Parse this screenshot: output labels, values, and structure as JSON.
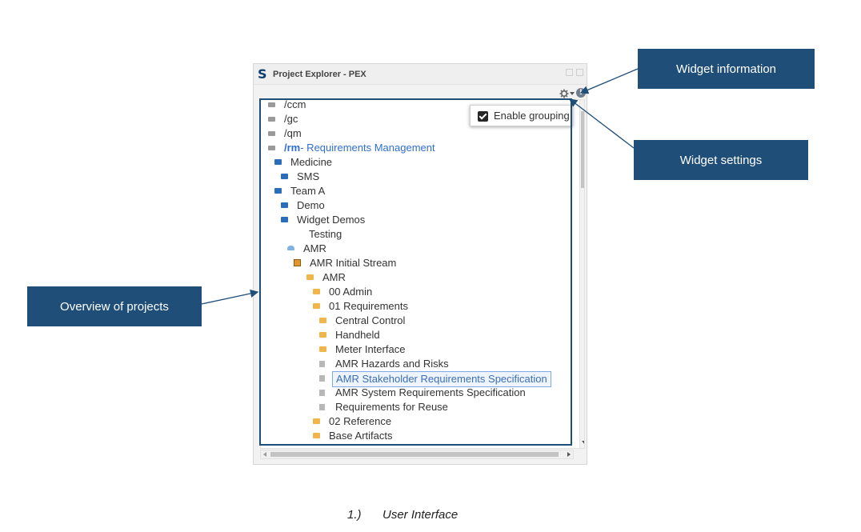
{
  "widget": {
    "title": "Project Explorer - PEX",
    "logo": "S",
    "info_glyph": "i",
    "icons": [
      "gear-icon",
      "info-icon",
      "minimize-icon",
      "maximize-icon"
    ]
  },
  "popup": {
    "label": "Enable grouping",
    "checked": true
  },
  "tree": {
    "rows": [
      {
        "label": "/ccm",
        "icon": "server-icon"
      },
      {
        "label": "/gc",
        "icon": "server-icon"
      },
      {
        "label": "/qm",
        "icon": "server-icon"
      },
      {
        "label_bold": "/rm",
        "label": "- Requirements Management",
        "icon": "server-icon"
      },
      {
        "label": "Medicine",
        "icon": "folder-blue-icon"
      },
      {
        "label": "SMS",
        "icon": "folder-blue-icon"
      },
      {
        "label": "Team A",
        "icon": "folder-blue-icon"
      },
      {
        "label": "Demo",
        "icon": "folder-blue-icon"
      },
      {
        "label": "Widget Demos",
        "icon": "folder-blue-icon"
      },
      {
        "label": "Testing",
        "icon": "none"
      },
      {
        "label": "AMR",
        "icon": "project-cloud-icon"
      },
      {
        "label": "AMR Initial Stream",
        "icon": "stream-icon"
      },
      {
        "label": "AMR",
        "icon": "folder-icon"
      },
      {
        "label": "00 Admin",
        "icon": "folder-icon"
      },
      {
        "label": "01 Requirements",
        "icon": "folder-icon"
      },
      {
        "label": "Central Control",
        "icon": "folder-icon"
      },
      {
        "label": "Handheld",
        "icon": "folder-icon"
      },
      {
        "label": "Meter Interface",
        "icon": "folder-icon"
      },
      {
        "label": "AMR Hazards and Risks",
        "icon": "module-icon"
      },
      {
        "label": "AMR Stakeholder Requirements Specification",
        "icon": "module-icon",
        "selected": true
      },
      {
        "label": "AMR System Requirements Specification",
        "icon": "module-icon"
      },
      {
        "label": "Requirements for Reuse",
        "icon": "module-icon"
      },
      {
        "label": "02 Reference",
        "icon": "folder-icon"
      },
      {
        "label": "Base Artifacts",
        "icon": "folder-icon"
      }
    ]
  },
  "callouts": {
    "info": "Widget information",
    "settings": "Widget settings",
    "overview": "Overview of projects"
  },
  "caption": {
    "number": "1.)",
    "text": "User Interface"
  },
  "colors": {
    "callout": "#1f4e79",
    "link": "#2d6fd1",
    "selection_border": "#7fa9e5"
  }
}
